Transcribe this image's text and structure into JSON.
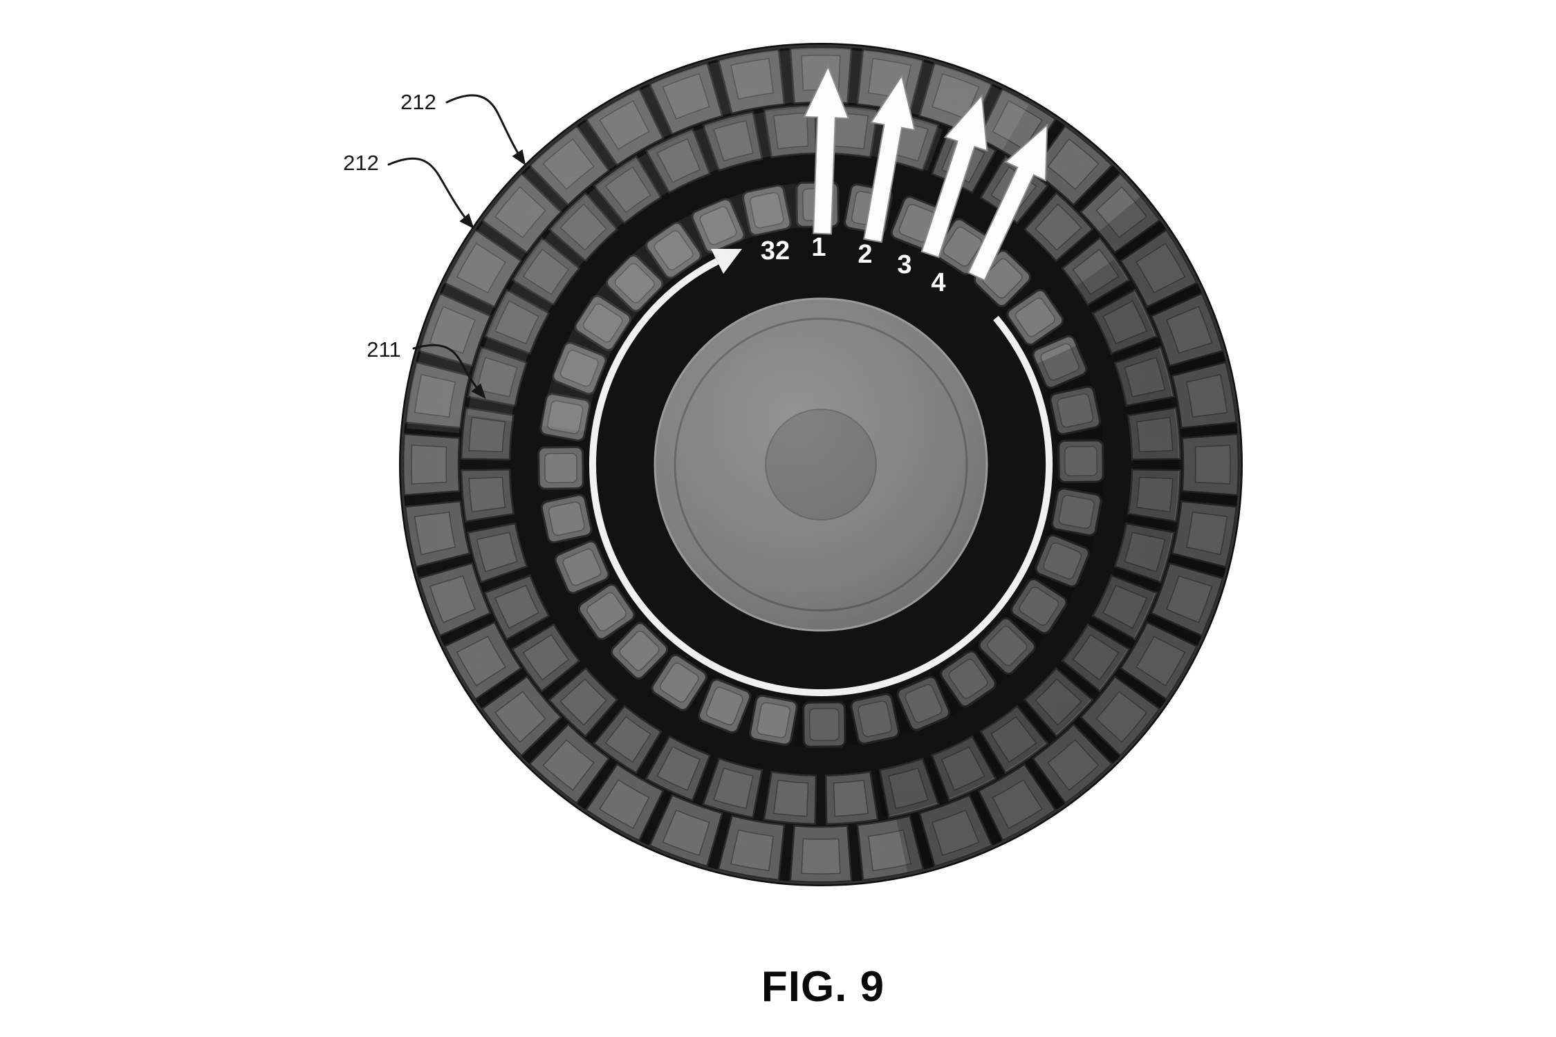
{
  "figure": {
    "caption": "FIG. 9",
    "reference_labels": [
      {
        "id": "212-upper",
        "text": "212"
      },
      {
        "id": "212-lower",
        "text": "212"
      },
      {
        "id": "211",
        "text": "211"
      }
    ],
    "module_numbers": [
      "32",
      "1",
      "2",
      "3",
      "4"
    ],
    "rings": {
      "outer_segment_count": 36,
      "middle_segment_count": 36,
      "module_count": 32
    },
    "colors": {
      "background": "#ffffff",
      "device_black": "#0d0d0d",
      "outer_segment": "#5e5e5e",
      "outer_segment_bevel": "#6d6d6d",
      "outer_segment_edge": "#262626",
      "middle_segment": "#545454",
      "middle_segment_bevel": "#646464",
      "module_fill": "#6a6a6a",
      "module_inner": "#7a7a7a",
      "module_edge": "#262626",
      "hub_light": "#929292",
      "hub_mid": "#7d7d7d",
      "hub_dark": "#666666",
      "rotation_arrow": "#f2f2f2",
      "emission_arrow": "#ffffff",
      "label_ink": "#161616"
    }
  }
}
